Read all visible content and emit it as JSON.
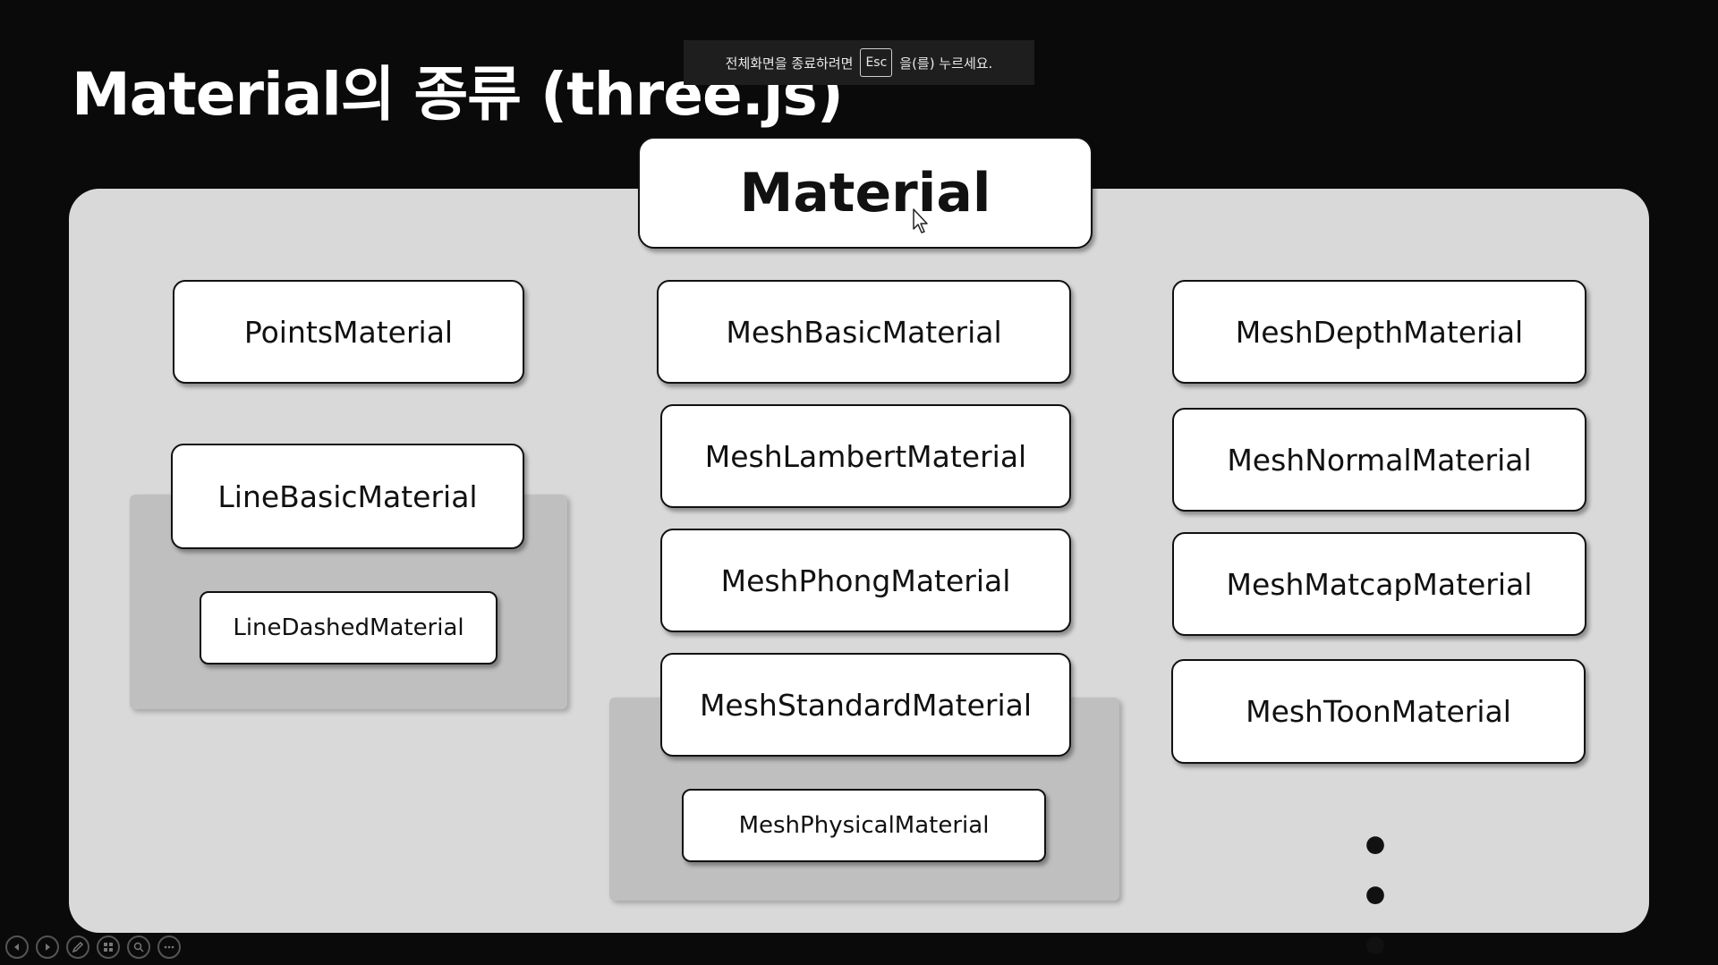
{
  "slide": {
    "title": "Material의 종류 (three.js)"
  },
  "fullscreen_toast": {
    "text_before": "전체화면을 종료하려면",
    "key": "Esc",
    "text_after": "을(를) 누르세요."
  },
  "diagram": {
    "root": "Material",
    "left_column": {
      "points": "PointsMaterial",
      "line_basic": "LineBasicMaterial",
      "line_dashed": "LineDashedMaterial"
    },
    "middle_column": {
      "mesh_basic": "MeshBasicMaterial",
      "mesh_lambert": "MeshLambertMaterial",
      "mesh_phong": "MeshPhongMaterial",
      "mesh_standard": "MeshStandardMaterial",
      "mesh_physical": "MeshPhysicalMaterial"
    },
    "right_column": {
      "mesh_depth": "MeshDepthMaterial",
      "mesh_normal": "MeshNormalMaterial",
      "mesh_matcap": "MeshMatcapMaterial",
      "mesh_toon": "MeshToonMaterial",
      "more": "• • •"
    }
  },
  "toolbar": {
    "icons": [
      "previous-icon",
      "next-icon",
      "pen-icon",
      "slides-grid-icon",
      "zoom-icon",
      "more-options-icon"
    ]
  },
  "colors": {
    "background": "#0a0a0a",
    "panel": "#d9d9d9",
    "group": "#bfbfbf",
    "box": "#ffffff"
  }
}
